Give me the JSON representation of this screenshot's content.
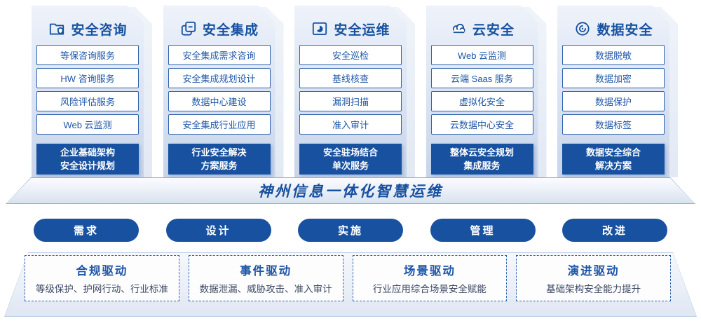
{
  "banner": {
    "title": "神州信息一体化智慧运维"
  },
  "columns": [
    {
      "icon": "folder-shield",
      "title": "安全咨询",
      "items": [
        "等保咨询服务",
        "HW 咨询服务",
        "风险评估服务",
        "Web 云监测"
      ],
      "footer_lines": [
        "企业基础架构",
        "安全设计规划"
      ]
    },
    {
      "icon": "copy-docs",
      "title": "安全集成",
      "items": [
        "安全集成需求咨询",
        "安全集成规划设计",
        "数据中心建设",
        "安全集成行业应用"
      ],
      "footer_lines": [
        "行业安全解决",
        "方案服务"
      ]
    },
    {
      "icon": "folder-chart",
      "title": "安全运维",
      "items": [
        "安全巡检",
        "基线核查",
        "漏洞扫描",
        "准入审计"
      ],
      "footer_lines": [
        "安全驻场结合",
        "单次服务"
      ]
    },
    {
      "icon": "cloud",
      "title": "云安全",
      "items": [
        "Web 云监测",
        "云端 Saas 服务",
        "虚拟化安全",
        "云数据中心安全"
      ],
      "footer_lines": [
        "整体云安全规划",
        "集成服务"
      ]
    },
    {
      "icon": "fingerprint",
      "title": "数据安全",
      "items": [
        "数据脱敏",
        "数据加密",
        "数据保护",
        "数据标签"
      ],
      "footer_lines": [
        "数据安全综合",
        "解决方案"
      ]
    }
  ],
  "process": {
    "pills": [
      "需求",
      "设计",
      "实施",
      "管理",
      "改进"
    ]
  },
  "drivers": [
    {
      "title": "合规驱动",
      "desc": "等级保护、护网行动、行业标准"
    },
    {
      "title": "事件驱动",
      "desc": "数据泄漏、威胁攻击、准入审计"
    },
    {
      "title": "场景驱动",
      "desc": "行业应用综合场景安全赋能"
    },
    {
      "title": "演进驱动",
      "desc": "基础架构安全能力提升"
    }
  ],
  "theme": {
    "primary": "#17519f",
    "item_border": "#2e61ab",
    "item_text": "#1e56a8",
    "panel_gradient_top": "#eef2fa",
    "panel_gradient_bottom": "#c7d4ea"
  }
}
